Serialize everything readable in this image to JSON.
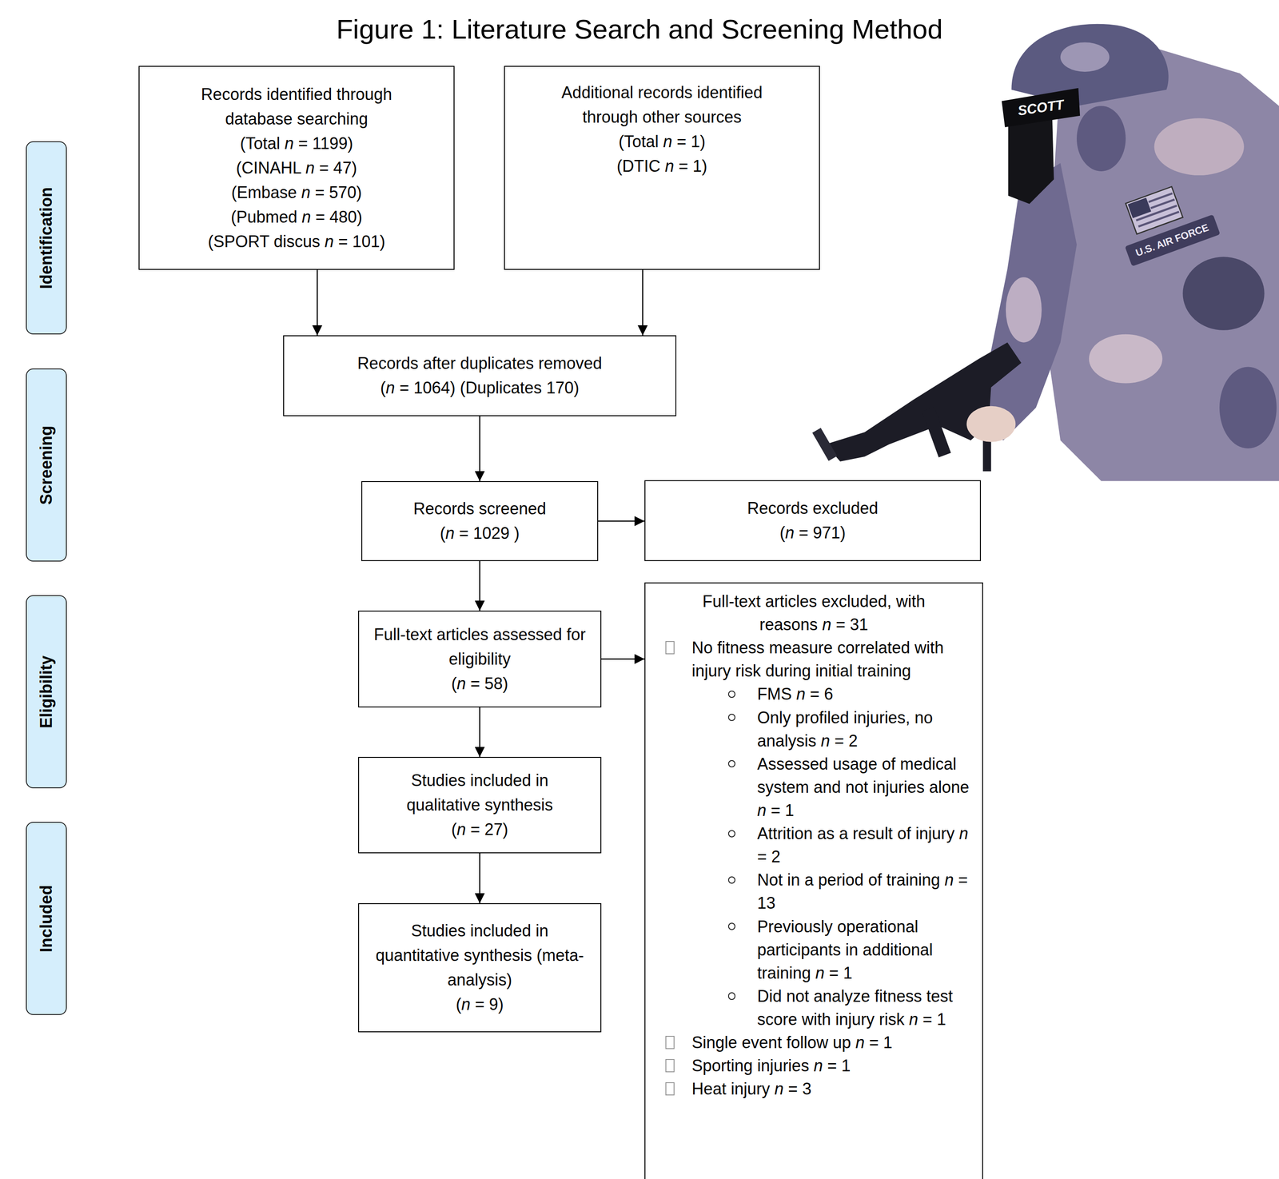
{
  "diagram": {
    "title": "Figure 1: Literature Search and Screening Method",
    "nodes": [
      {
        "text": [
          "Identification"
        ]
      },
      {
        "text": [
          "Screening"
        ]
      },
      {
        "text": [
          "Eligibility"
        ]
      },
      {
        "text": [
          "Included"
        ]
      },
      {
        "text": [
          "Records identified through database searching",
          "(Total n = 1199)",
          "(CINAHL n = 47)",
          "(Embase n = 570)",
          "(Pubmed n = 480)",
          "(SPORT discus n = 101)"
        ]
      },
      {
        "text": [
          "Additional records identified through other sources",
          "(Total n = 1)",
          "(DTIC n = 1)"
        ]
      },
      {
        "text": [
          "Records after duplicates removed",
          "(n = 1064) (Duplicates 170)"
        ]
      },
      {
        "text": [
          "Records screened",
          "(n = 1029 )"
        ]
      },
      {
        "text": [
          "Records excluded",
          "(n = 971)"
        ]
      },
      {
        "text": [
          "Full-text articles assessed for eligibility",
          "(n = 58)"
        ]
      },
      {
        "text": [
          "Full-text articles excluded, with reasons n = 31",
          "No fitness measure correlated with injury risk during initial training",
          "FMS n = 6",
          "Only profiled injuries, no analysis n = 2",
          "Assessed usage of medical system and not injuries alone n = 1",
          "Attrition as a result of injury n = 2",
          "Not in a period of training n = 13",
          "Previously operational participants in additional training n = 1",
          "Did not analyze fitness test score with injury risk n = 1",
          "Single event follow up n = 1",
          "Sporting injuries n = 1",
          "Heat injury n = 3"
        ]
      },
      {
        "text": [
          "Studies included in qualitative synthesis",
          "(n = 27)"
        ]
      },
      {
        "text": [
          "Studies included in quantitative synthesis (meta-analysis)",
          "(n = 9)"
        ]
      }
    ],
    "edges": [
      {
        "from": 4,
        "to": 6,
        "arrow": "to"
      },
      {
        "from": 5,
        "to": 6,
        "arrow": "to"
      },
      {
        "from": 6,
        "to": 7,
        "arrow": "to"
      },
      {
        "from": 7,
        "to": 8,
        "arrow": "to"
      },
      {
        "from": 7,
        "to": 9,
        "arrow": "to"
      },
      {
        "from": 9,
        "to": 10,
        "arrow": "to"
      },
      {
        "from": 9,
        "to": 11,
        "arrow": "to"
      },
      {
        "from": 11,
        "to": 12,
        "arrow": "to"
      }
    ],
    "labels": [
      "SCOTT",
      "U.S. AIR FORCE"
    ]
  }
}
